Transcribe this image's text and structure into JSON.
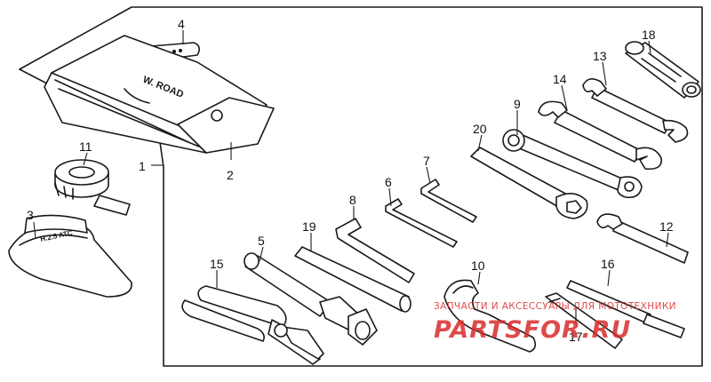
{
  "diagram": {
    "part_numbers": {
      "p1": "1",
      "p2": "2",
      "p3": "3",
      "p4": "4",
      "p5": "5",
      "p6": "6",
      "p7": "7",
      "p8": "8",
      "p9": "9",
      "p10": "10",
      "p11": "11",
      "p12": "12",
      "p13": "13",
      "p14": "14",
      "p15": "15",
      "p16": "16",
      "p17": "17",
      "p18": "18",
      "p19": "19",
      "p20": "20"
    },
    "pouch_label": "W. ROAD",
    "tag_label": "H.2.5 ATC",
    "line_color": "#1a1a1a"
  },
  "watermark": {
    "caption": "ЗАПЧАСТИ И АКСЕССУАРЫ ДЛЯ МОТОТЕХНИКИ",
    "brand": "PARTSFOR.RU",
    "color": "#d92b2b"
  }
}
